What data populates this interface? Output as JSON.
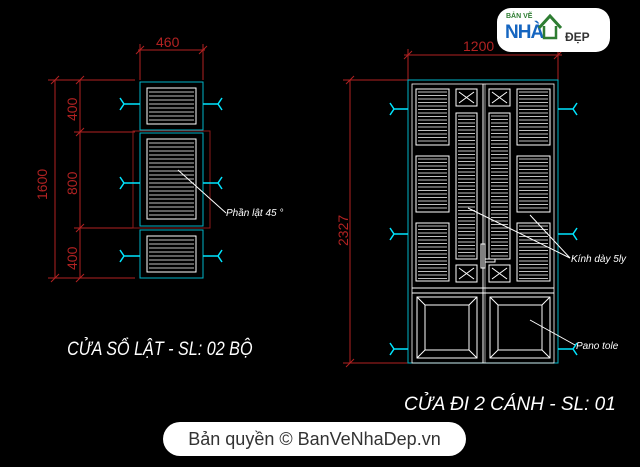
{
  "window": {
    "dim_460": "460",
    "dim_1200": "1200",
    "dim_1600": "1600",
    "dim_400_top": "400",
    "dim_800": "800",
    "dim_400_bottom": "400",
    "dim_2327": "2327",
    "label_louver": "Phần lật 45 °",
    "label_glass": "Kính dày 5ly",
    "label_panel": "Pano tole",
    "title_window": "CỬA SỔ LẬT - SL: 02 BỘ",
    "title_door": "CỬA ĐI 2 CÁNH - SL: 01"
  },
  "logo": {
    "small_text": "BẢN VẼ",
    "main_text": "NHÀ",
    "sub_text": "ĐẸP"
  },
  "watermark": {
    "text": "Bản quyền © BanVeNhaDep.vn"
  },
  "colors": {
    "dim_red": "#b22222",
    "outline_cyan": "#00b4c8",
    "arrow_cyan": "#00e5ff",
    "line_white": "#ffffff",
    "label_white": "#ffffff"
  }
}
